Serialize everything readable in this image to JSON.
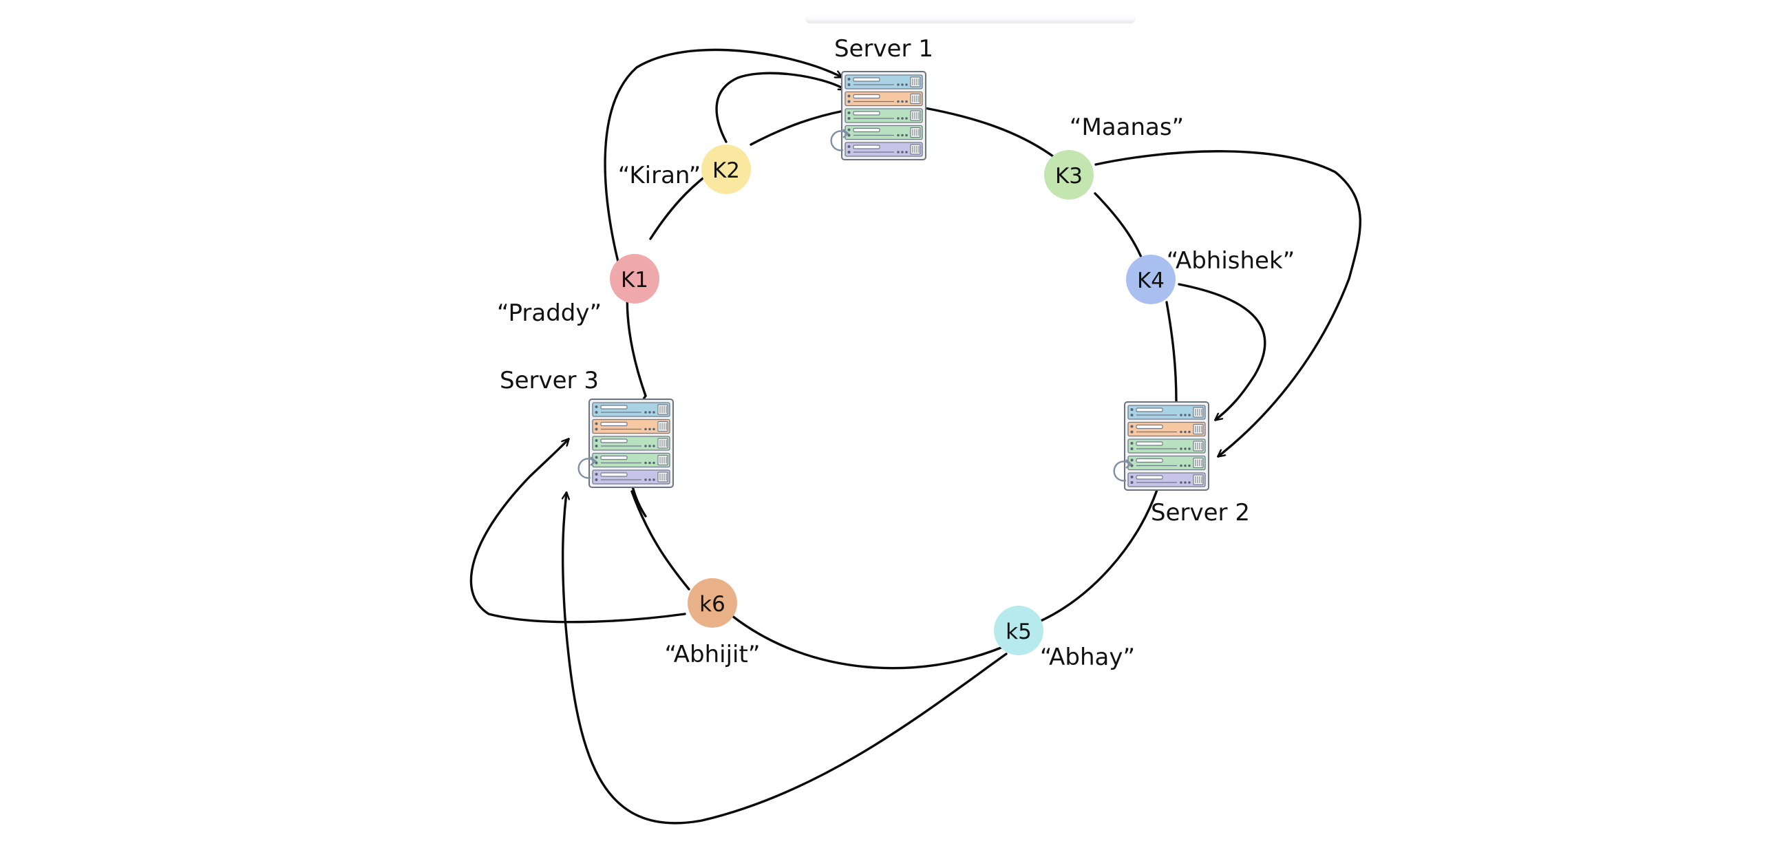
{
  "colors": {
    "line": "#0a0a0a",
    "rack_slots": [
      "#a9d3e4",
      "#f6c9a4",
      "#b8e2bf",
      "#b8e2bf",
      "#c8c3e8"
    ]
  },
  "servers": [
    {
      "id": "server-1",
      "label": "Server 1",
      "icon": "server-rack-icon"
    },
    {
      "id": "server-2",
      "label": "Server 2",
      "icon": "server-rack-icon"
    },
    {
      "id": "server-3",
      "label": "Server 3",
      "icon": "server-rack-icon"
    }
  ],
  "keys": [
    {
      "id": "k1",
      "label": "K1",
      "name": "“Praddy”",
      "color": "#f0a9ab"
    },
    {
      "id": "k2",
      "label": "K2",
      "name": "“Kiran”",
      "color": "#fbe8a0"
    },
    {
      "id": "k3",
      "label": "K3",
      "name": "“Maanas”",
      "color": "#c3e6b0"
    },
    {
      "id": "k4",
      "label": "K4",
      "name": "“Abhishek”",
      "color": "#a8bff0"
    },
    {
      "id": "k5",
      "label": "k5",
      "name": "“Abhay”",
      "color": "#b6eaec"
    },
    {
      "id": "k6",
      "label": "k6",
      "name": "“Abhijit”",
      "color": "#e9b187"
    }
  ],
  "mappings": [
    {
      "from": "k1",
      "to": "server-1"
    },
    {
      "from": "k2",
      "to": "server-1"
    },
    {
      "from": "k3",
      "to": "server-2"
    },
    {
      "from": "k4",
      "to": "server-2"
    },
    {
      "from": "k5",
      "to": "server-3"
    },
    {
      "from": "k6",
      "to": "server-3"
    }
  ]
}
